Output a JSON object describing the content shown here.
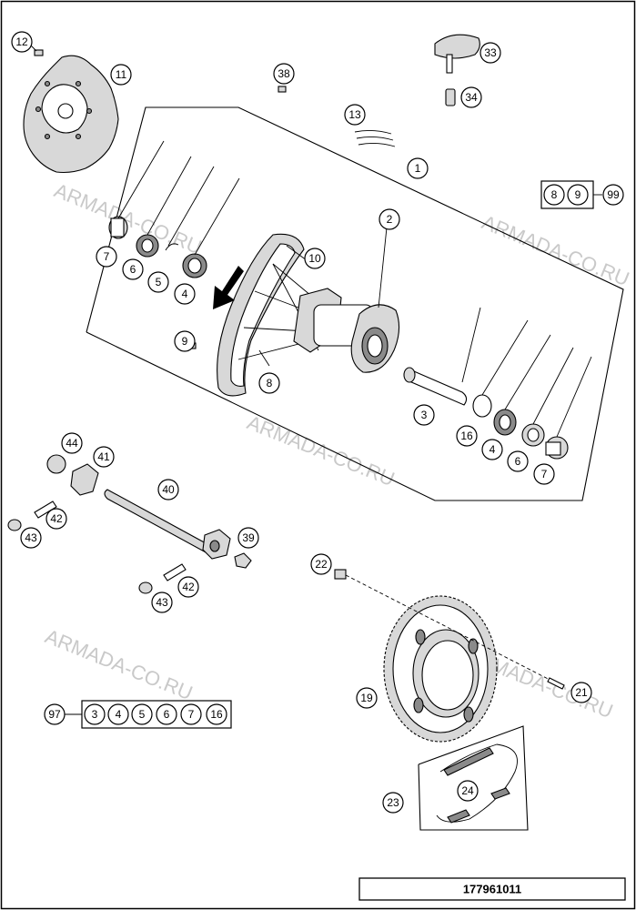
{
  "watermark": "ARMADA-CO.RU",
  "document_number": "177961011",
  "callouts": {
    "p1": "1",
    "p2": "2",
    "p3a": "3",
    "p4a": "4",
    "p4b": "4",
    "p5": "5",
    "p6a": "6",
    "p6b": "6",
    "p7a": "7",
    "p7b": "7",
    "p8": "8",
    "p9": "9",
    "p10": "10",
    "p11": "11",
    "p12": "12",
    "p13": "13",
    "p16a": "16",
    "p19": "19",
    "p21": "21",
    "p22": "22",
    "p23": "23",
    "p24": "24",
    "p33": "33",
    "p34": "34",
    "p38": "38",
    "p39": "39",
    "p40": "40",
    "p41": "41",
    "p42a": "42",
    "p42b": "42",
    "p43a": "43",
    "p43b": "43",
    "p44": "44",
    "p97": "97",
    "p99": "99"
  },
  "kit_99": {
    "items": [
      "8",
      "9"
    ]
  },
  "kit_97": {
    "items": [
      "3",
      "4",
      "5",
      "6",
      "7",
      "16"
    ]
  },
  "icons": [
    "rotation-direction-arrow-icon"
  ]
}
